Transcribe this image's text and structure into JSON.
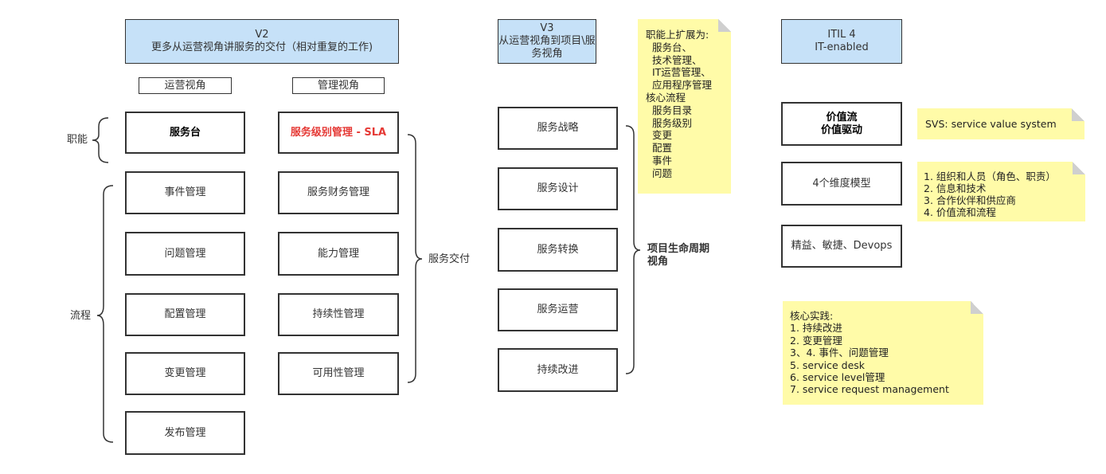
{
  "v2": {
    "header_line1": "V2",
    "header_line2": "更多从运营视角讲服务的交付（相对重复的工作)",
    "tag_ops": "运营视角",
    "tag_mgmt": "管理视角",
    "label_function": "职能",
    "label_process": "流程",
    "label_delivery": "服务交付",
    "ops_boxes": [
      "服务台",
      "事件管理",
      "问题管理",
      "配置管理",
      "变更管理",
      "发布管理"
    ],
    "mgmt_boxes": [
      "服务级别管理 - SLA",
      "服务财务管理",
      "能力管理",
      "持续性管理",
      "可用性管理"
    ]
  },
  "v3": {
    "header_line1": "V3",
    "header_line2": "从运营视角到项目\\服",
    "header_line3": "务视角",
    "boxes": [
      "服务战略",
      "服务设计",
      "服务转换",
      "服务运营",
      "持续改进"
    ],
    "lifecycle_line1": "项目生命周期",
    "lifecycle_line2": "视角",
    "note_lines": [
      "职能上扩展为:",
      "  服务台、",
      "  技术管理、",
      "  IT运营管理、",
      "  应用程序管理",
      "核心流程",
      "  服务目录",
      "  服务级别",
      "  变更",
      "  配置",
      "  事件",
      "  问题"
    ]
  },
  "itil4": {
    "header_line1": "ITIL 4",
    "header_line2": "IT-enabled",
    "value_stream_line1": "价值流",
    "value_stream_line2": "价值驱动",
    "four_dimensions": "4个维度模型",
    "lean": "精益、敏捷、Devops",
    "svs_note": "SVS: service value system",
    "dimension_note_lines": [
      "1. 组织和人员（角色、职责）",
      "2. 信息和技术",
      "3. 合作伙伴和供应商",
      "4. 价值流和流程"
    ],
    "practice_note_lines": [
      "核心实践:",
      "1. 持续改进",
      "2. 变更管理",
      "3、4. 事件、问题管理",
      "5. service desk",
      "6. service level管理",
      "7. service request management"
    ]
  },
  "colors": {
    "header_fill": "#c6e1f8",
    "note_fill": "#fffba8",
    "highlight_red": "#e53935",
    "border": "#333333"
  }
}
